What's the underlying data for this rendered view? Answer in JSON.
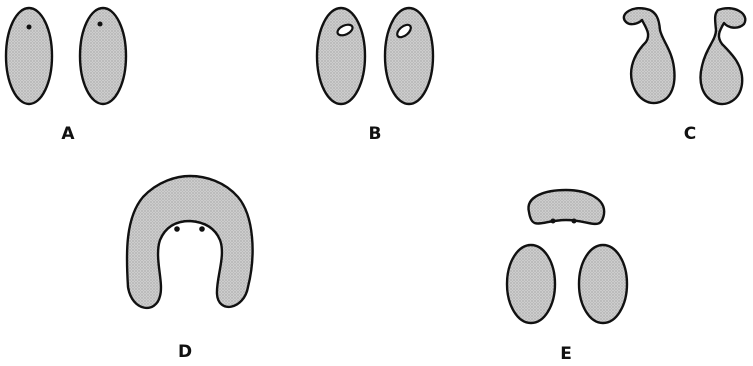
{
  "panels": {
    "a": {
      "label": "A"
    },
    "b": {
      "label": "B"
    },
    "c": {
      "label": "C"
    },
    "d": {
      "label": "D"
    },
    "e": {
      "label": "E"
    }
  },
  "colors": {
    "outline": "#111111",
    "fill_background": "#c9c9c9",
    "stipple_dot": "#7a7a7a"
  }
}
